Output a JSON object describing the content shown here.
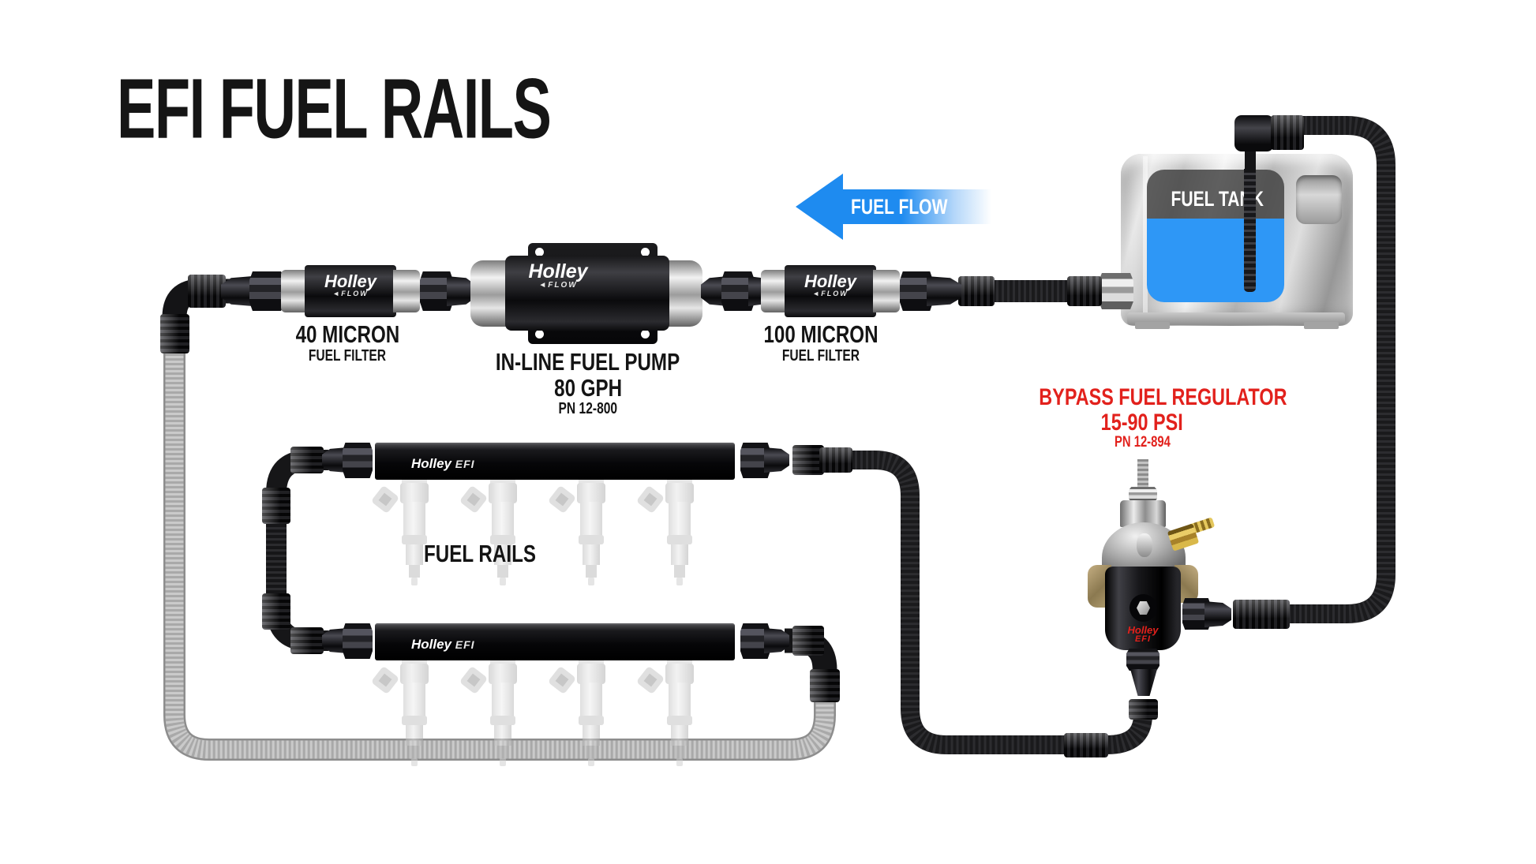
{
  "title": "EFI FUEL RAILS",
  "flow_arrow": {
    "label": "FUEL FLOW"
  },
  "tank": {
    "label": "FUEL TANK"
  },
  "filter40": {
    "line1": "40 MICRON",
    "line2": "FUEL FILTER",
    "brand": "Holley",
    "brand_sub": "◄FLOW"
  },
  "pump": {
    "line1": "IN-LINE FUEL PUMP",
    "line2": "80 GPH",
    "line3": "PN 12-800",
    "brand": "Holley",
    "brand_sub": "◄FLOW"
  },
  "filter100": {
    "line1": "100 MICRON",
    "line2": "FUEL FILTER",
    "brand": "Holley",
    "brand_sub": "◄FLOW"
  },
  "regulator": {
    "line1": "BYPASS FUEL REGULATOR",
    "line2": "15-90 PSI",
    "line3": "PN 12-894",
    "brand": "Holley",
    "brand_sub": "EFI"
  },
  "rails": {
    "label": "FUEL RAILS",
    "brand": "Holley",
    "brand_sub": "EFI"
  },
  "colors": {
    "arrow_blue": "#1e8bf0",
    "fuel_blue": "#2e97f6",
    "label_red": "#e2211c",
    "text_dark": "#141414"
  }
}
